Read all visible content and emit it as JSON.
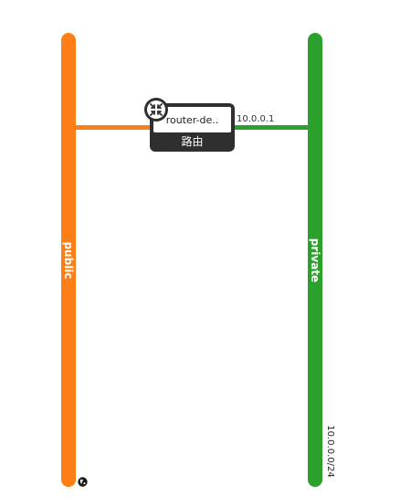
{
  "networks": {
    "public": {
      "label": "public",
      "color": "#fd7e14"
    },
    "private": {
      "label": "private",
      "color": "#2ca02c",
      "cidr": "10.0.0.0/24"
    }
  },
  "router": {
    "name": "router-de..",
    "type_label": "路由",
    "icon": "router-icon",
    "private_ip": "10.0.0.1"
  },
  "external_indicator": {
    "icon": "globe-icon"
  }
}
